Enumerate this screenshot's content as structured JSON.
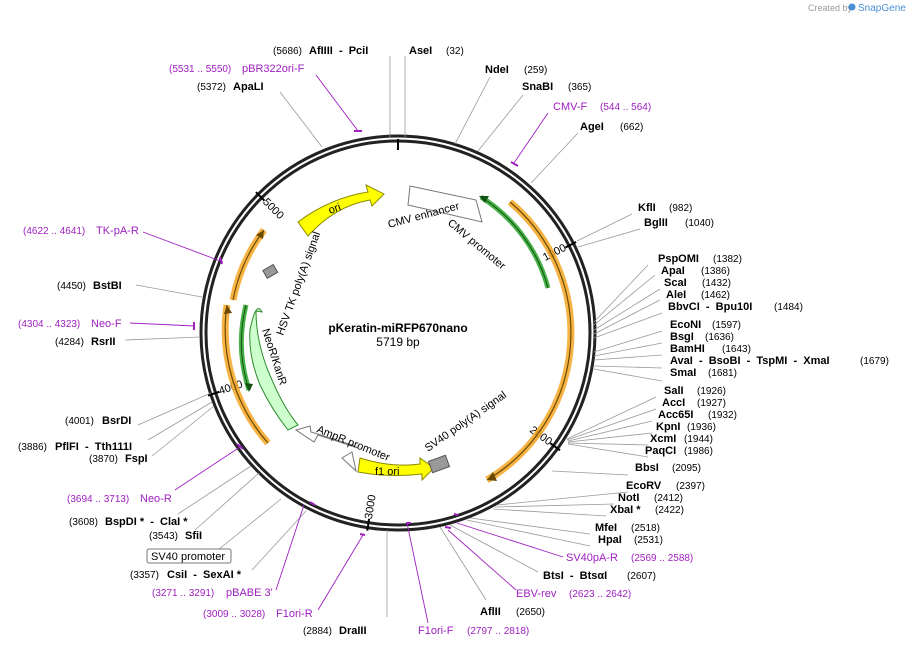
{
  "app": {
    "credit_text": "Created by",
    "credit_brand": "SnapGene"
  },
  "plasmid": {
    "name": "pKeratin-miRFP670nano",
    "size_label": "5719 bp",
    "length": 5719
  },
  "ticks": [
    {
      "bp": 1000,
      "label": "1000"
    },
    {
      "bp": 2000,
      "label": "2000"
    },
    {
      "bp": 3000,
      "label": "3000"
    },
    {
      "bp": 4000,
      "label": "4000"
    },
    {
      "bp": 5000,
      "label": "5000"
    }
  ],
  "features": [
    {
      "name": "CMV enhancer",
      "color": "#ffffff",
      "stroke": "#777777"
    },
    {
      "name": "CMV promoter",
      "color": "#ffffff",
      "stroke": "#777777"
    },
    {
      "name": "ori",
      "color": "#ffff00",
      "stroke": "#8a8a00"
    },
    {
      "name": "HSV TK poly(A) signal",
      "color": "#999999",
      "stroke": "#555555"
    },
    {
      "name": "NeoR/KanR",
      "color": "#ccffcc",
      "stroke": "#2e8b2e"
    },
    {
      "name": "AmpR promoter",
      "color": "#ffffff",
      "stroke": "#777777"
    },
    {
      "name": "f1 ori",
      "color": "#ffff00",
      "stroke": "#8a8a00"
    },
    {
      "name": "SV40 poly(A) signal",
      "color": "#999999",
      "stroke": "#555555"
    },
    {
      "name": "SV40 promoter",
      "color": "#ffffff",
      "stroke": "#777777"
    }
  ],
  "orf_colors": {
    "orange": "#f5a623",
    "green": "#33aa33"
  },
  "enzymes": [
    {
      "name": "AfIIII  -  PciI",
      "pos": "(5686)"
    },
    {
      "name": "AseI",
      "pos": "(32)"
    },
    {
      "name": "ApaLI",
      "pos": "(5372)"
    },
    {
      "name": "NdeI",
      "pos": "(259)"
    },
    {
      "name": "SnaBI",
      "pos": "(365)"
    },
    {
      "name": "AgeI",
      "pos": "(662)"
    },
    {
      "name": "KflI",
      "pos": "(982)"
    },
    {
      "name": "BglII",
      "pos": "(1040)"
    },
    {
      "name": "PspOMI",
      "pos": "(1382)"
    },
    {
      "name": "ApaI",
      "pos": "(1386)"
    },
    {
      "name": "ScaI",
      "pos": "(1432)"
    },
    {
      "name": "AleI",
      "pos": "(1462)"
    },
    {
      "name": "BbvCI  -  Bpu10I",
      "pos": "(1484)"
    },
    {
      "name": "EcoNI",
      "pos": "(1597)"
    },
    {
      "name": "BsgI",
      "pos": "(1636)"
    },
    {
      "name": "BamHI",
      "pos": "(1643)"
    },
    {
      "name": "AvaI  -  BsoBI  -  TspMI  -  XmaI",
      "pos": "(1679)"
    },
    {
      "name": "SmaI",
      "pos": "(1681)"
    },
    {
      "name": "SalI",
      "pos": "(1926)"
    },
    {
      "name": "AccI",
      "pos": "(1927)"
    },
    {
      "name": "Acc65I",
      "pos": "(1932)"
    },
    {
      "name": "KpnI",
      "pos": "(1936)"
    },
    {
      "name": "XcmI",
      "pos": "(1944)"
    },
    {
      "name": "PaqCI",
      "pos": "(1986)"
    },
    {
      "name": "BbsI",
      "pos": "(2095)"
    },
    {
      "name": "EcoRV",
      "pos": "(2397)"
    },
    {
      "name": "NotI",
      "pos": "(2412)"
    },
    {
      "name": "XbaI *",
      "pos": "(2422)"
    },
    {
      "name": "MfeI",
      "pos": "(2518)"
    },
    {
      "name": "HpaI",
      "pos": "(2531)"
    },
    {
      "name": "BtsI  -  BtsαI",
      "pos": "(2607)"
    },
    {
      "name": "AflII",
      "pos": "(2650)"
    },
    {
      "name": "DraIII",
      "pos": "(2884)"
    },
    {
      "name": "BstBI",
      "pos": "(4450)"
    },
    {
      "name": "RsrII",
      "pos": "(4284)"
    },
    {
      "name": "BsrDI",
      "pos": "(4001)"
    },
    {
      "name": "PflFI  -  Tth111I",
      "pos": "(3886)"
    },
    {
      "name": "FspI",
      "pos": "(3870)"
    },
    {
      "name": "BspDI *  -  ClaI *",
      "pos": "(3608)"
    },
    {
      "name": "SfiI",
      "pos": "(3543)"
    },
    {
      "name": "CsiI  -  SexAI *",
      "pos": "(3357)"
    }
  ],
  "primers": [
    {
      "name": "pBR322ori-F",
      "pos": "(5531 .. 5550)"
    },
    {
      "name": "CMV-F",
      "pos": "(544 .. 564)"
    },
    {
      "name": "TK-pA-R",
      "pos": "(4622 .. 4641)"
    },
    {
      "name": "Neo-F",
      "pos": "(4304 .. 4323)"
    },
    {
      "name": "Neo-R",
      "pos": "(3694 .. 3713)"
    },
    {
      "name": "pBABE 3'",
      "pos": "(3271 .. 3291)"
    },
    {
      "name": "F1ori-R",
      "pos": "(3009 .. 3028)"
    },
    {
      "name": "F1ori-F",
      "pos": "(2797 .. 2818)"
    },
    {
      "name": "SV40pA-R",
      "pos": "(2569 .. 2588)"
    },
    {
      "name": "EBV-rev",
      "pos": "(2623 .. 2642)"
    }
  ]
}
